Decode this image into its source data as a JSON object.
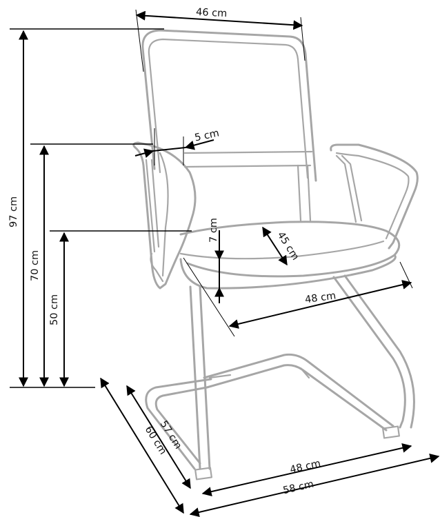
{
  "diagram": {
    "subject": "Cantilever visitor office chair with mesh back and armrests",
    "colors": {
      "chair_outline": "#a6a6a6",
      "dimension_lines": "#000000",
      "background": "#ffffff"
    },
    "dimensions": {
      "backrest_width": "46 cm",
      "total_height": "97 cm",
      "armrest_height": "70 cm",
      "seat_height": "50 cm",
      "armrest_width": "5 cm",
      "seat_thickness": "7 cm",
      "seat_depth": "45 cm",
      "seat_width": "48 cm",
      "base_depth_inner": "57 cm",
      "base_depth_outer": "60 cm",
      "base_width_inner": "48 cm",
      "base_width_outer": "58 cm"
    }
  }
}
